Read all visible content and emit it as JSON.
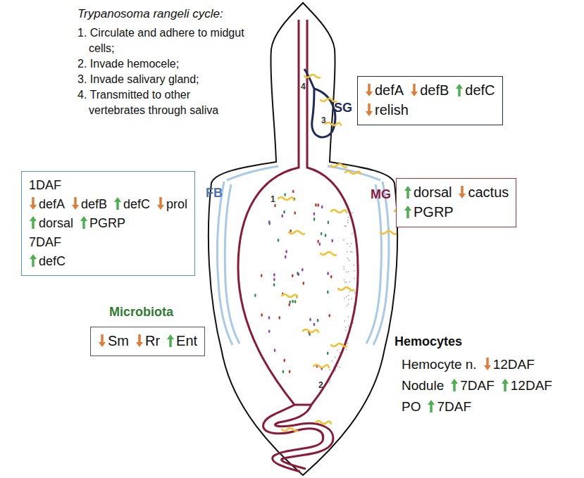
{
  "diagram": {
    "title": "Trypanosoma rangeli cycle:",
    "nodes": [
      {
        "text": [
          "SG",
          "defA",
          "defB",
          "defC",
          "relish"
        ]
      },
      {
        "text": [
          "FB",
          "1DAF",
          "defA",
          "defB",
          "defC",
          "prol",
          "dorsal",
          "PGRP",
          "7DAF",
          "defC"
        ]
      },
      {
        "text": [
          "MG",
          "dorsal",
          "cactus",
          "PGRP"
        ]
      },
      {
        "text": [
          "Microbiota",
          "Sm",
          "Rr",
          "Ent"
        ]
      }
    ],
    "labels": [
      "1. Circulate and adhere to midgut cells;",
      "2. Invade hemocele;",
      "3. Invade salivary gland;",
      "4. Transmitted to other vertebrates through saliva",
      "4",
      "3",
      "1",
      "2",
      "Hemocytes",
      "Hemocyte n.",
      "12DAF",
      "Nodule",
      "7DAF",
      "12DAF",
      "PO",
      "7DAF"
    ]
  }
}
